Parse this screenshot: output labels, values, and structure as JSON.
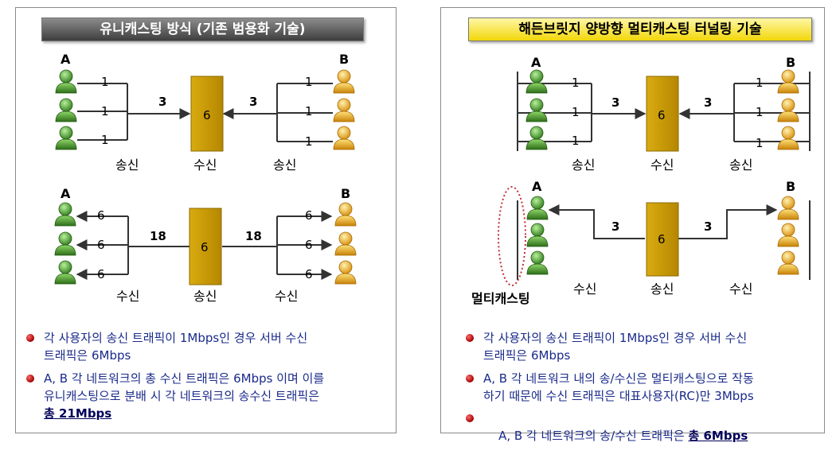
{
  "left": {
    "title": "유니캐스팅 방식 (기존 범용화 기술)",
    "top": {
      "label_a": "A",
      "label_b": "B",
      "a_links": [
        "1",
        "1",
        "1"
      ],
      "b_links": [
        "1",
        "1",
        "1"
      ],
      "a_trunk": "3",
      "b_trunk": "3",
      "server": "6",
      "cap_a": "송신",
      "cap_server": "수신",
      "cap_b": "송신"
    },
    "bottom": {
      "label_a": "A",
      "label_b": "B",
      "a_links": [
        "6",
        "6",
        "6"
      ],
      "b_links": [
        "6",
        "6",
        "6"
      ],
      "a_trunk": "18",
      "b_trunk": "18",
      "server": "6",
      "cap_a": "수신",
      "cap_server": "송신",
      "cap_b": "수신"
    },
    "bullets": [
      {
        "lines": [
          "각 사용자의 송신 트래픽이 1Mbps인 경우 서버 수신",
          "트래픽은 6Mbps"
        ],
        "emphasis": ""
      },
      {
        "lines": [
          "A, B 각 네트워크의 총 수신 트래픽은 6Mbps 이며 이를",
          "유니캐스팅으로 분배 시 각 네트워크의 송수신 트래픽은"
        ],
        "emphasis": "총 21Mbps"
      }
    ]
  },
  "right": {
    "title": "해든브릿지 양방향 멀티캐스팅 터널링 기술",
    "top": {
      "label_a": "A",
      "label_b": "B",
      "a_links": [
        "1",
        "1",
        "1"
      ],
      "b_links": [
        "1",
        "1",
        "1"
      ],
      "a_trunk": "3",
      "b_trunk": "3",
      "server": "6",
      "cap_a": "송신",
      "cap_server": "수신",
      "cap_b": "송신"
    },
    "bottom": {
      "label_a": "A",
      "label_b": "B",
      "a_trunk": "3",
      "b_trunk": "3",
      "server": "6",
      "cap_a": "수신",
      "cap_server": "송신",
      "cap_b": "수신",
      "multicast_label": "멀티캐스팅"
    },
    "bullets": [
      {
        "lines": [
          "각 사용자의 송신 트래픽이 1Mbps인 경우 서버 수신",
          "트래픽은 6Mbps"
        ],
        "emphasis": ""
      },
      {
        "lines": [
          "A, B 각 네트워크 내의 송/수신은 멀티캐스팅으로 작동",
          "하기 때문에 수신 트래픽은 대표사용자(RC)만 3Mbps"
        ],
        "emphasis": ""
      },
      {
        "lines": [
          "A, B 각 네트워크의 송/수신 트래픽은 "
        ],
        "emphasis": "총 6Mbps",
        "inline": true
      }
    ]
  },
  "colors": {
    "user_a": "#3f8f2a",
    "user_b": "#e9a51c",
    "server": "#c59700",
    "line": "#333333",
    "bullet_text": "#1a2a8a",
    "multicast_ring": "#c03030"
  }
}
